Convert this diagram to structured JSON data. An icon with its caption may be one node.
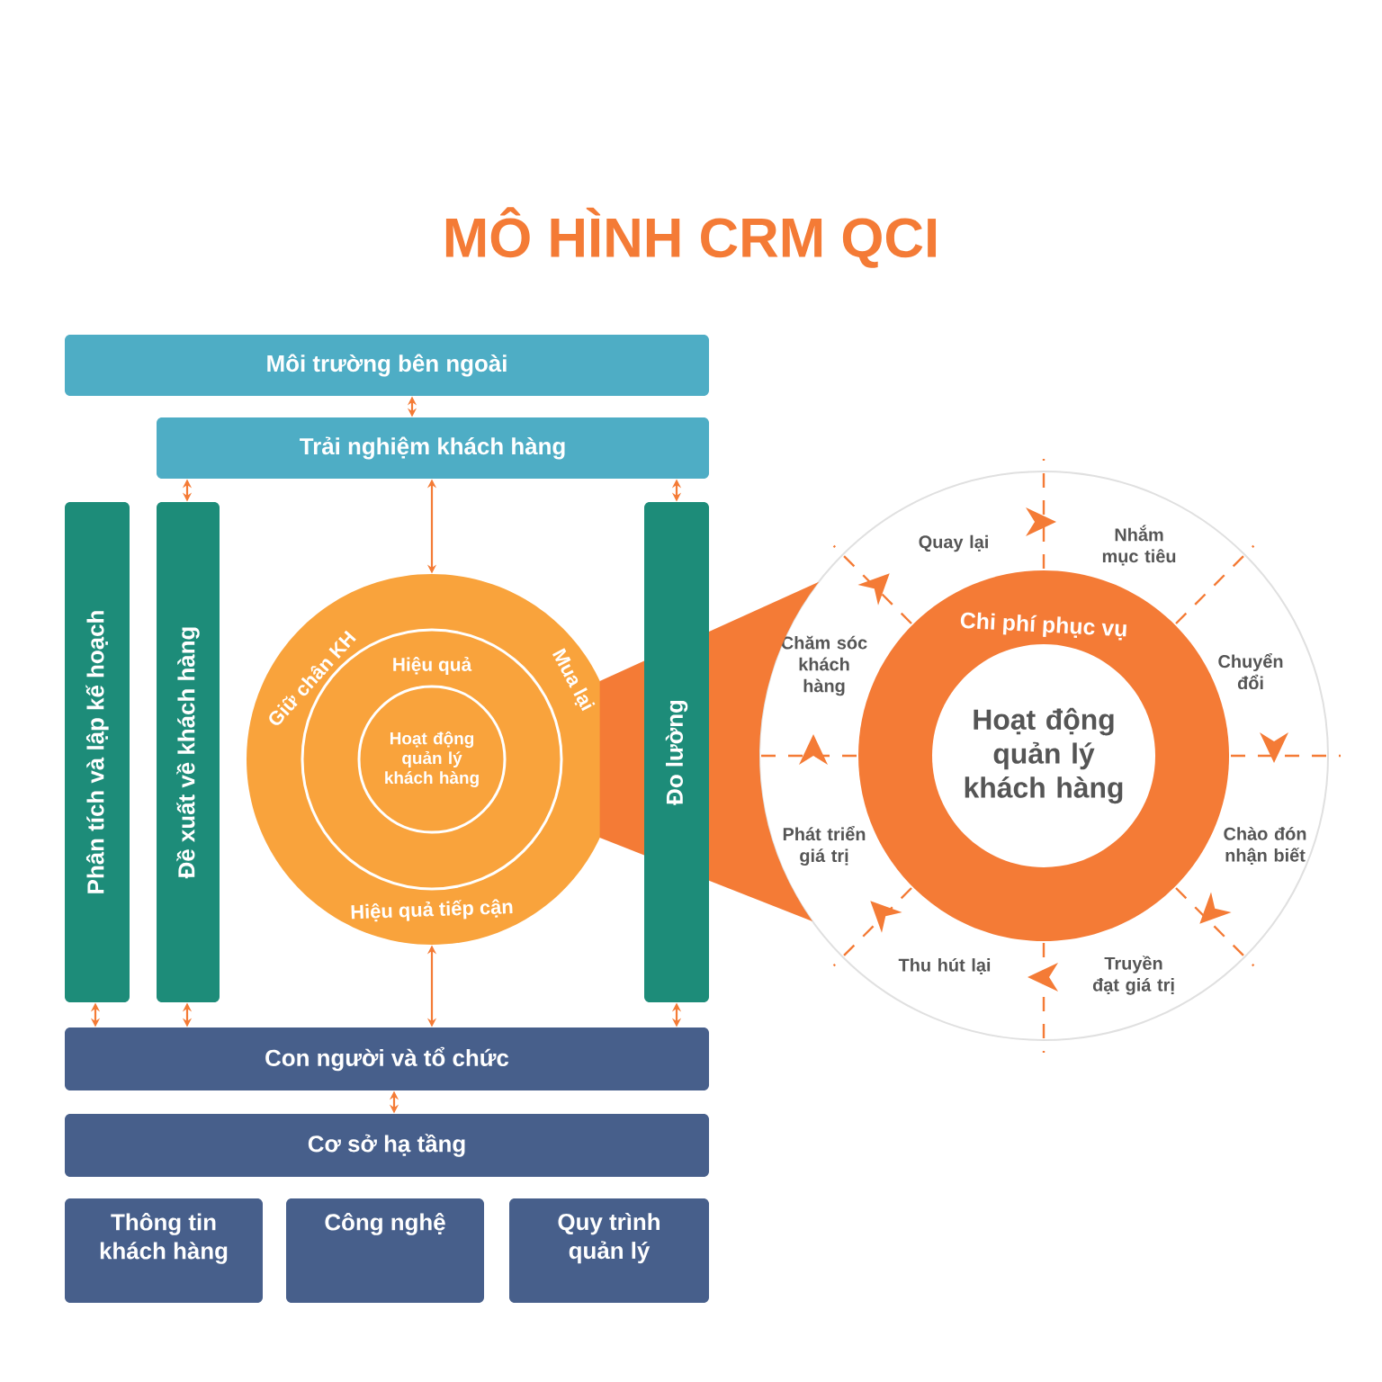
{
  "diagram": {
    "title": "MÔ HÌNH CRM QCI",
    "nodes": [
      {
        "text": [
          "Môi trường bên ngoài"
        ]
      },
      {
        "text": [
          "Trải nghiệm khách hàng"
        ]
      },
      {
        "text": [
          "Phân tích và lập kế hoạch"
        ]
      },
      {
        "text": [
          "Đề xuất về khách hàng"
        ]
      },
      {
        "text": [
          "Đo lường"
        ]
      },
      {
        "text": [
          "Giữ chân KH",
          "Mua lại",
          "Hiệu quả tiếp cận"
        ]
      },
      {
        "text": [
          "Hiệu quả"
        ],
        "in": 5
      },
      {
        "text": [
          "Hoạt động quản lý khách hàng"
        ],
        "in": 6
      },
      {
        "text": [
          "Con người và tổ chức"
        ]
      },
      {
        "text": [
          "Cơ sở hạ tầng"
        ]
      },
      {
        "text": [
          "Thông tin khách hàng"
        ]
      },
      {
        "text": [
          "Công nghệ"
        ]
      },
      {
        "text": [
          "Quy trình quản lý"
        ]
      },
      {
        "text": [
          "Quay lại",
          "Nhắm mục tiêu",
          "Chăm sóc khách hàng",
          "Chuyển đổi",
          "Phát triển giá trị",
          "Chào đón nhận biết",
          "Thu hút lại",
          "Truyền đạt giá trị"
        ]
      },
      {
        "text": [
          "Chi phí phục vụ"
        ],
        "in": 13
      },
      {
        "text": [
          "Hoạt động quản lý khách hàng"
        ],
        "in": 14
      }
    ],
    "edges": [
      {
        "from": 0,
        "to": 1,
        "arrow": "both"
      },
      {
        "from": 1,
        "to": 3,
        "arrow": "both"
      },
      {
        "from": 1,
        "to": 4,
        "arrow": "both"
      },
      {
        "from": 1,
        "to": 5,
        "arrow": "both"
      },
      {
        "from": 2,
        "to": 8,
        "arrow": "both"
      },
      {
        "from": 3,
        "to": 8,
        "arrow": "both"
      },
      {
        "from": 4,
        "to": 8,
        "arrow": "both"
      },
      {
        "from": 5,
        "to": 8,
        "arrow": "both"
      },
      {
        "from": 8,
        "to": 9,
        "arrow": "both"
      },
      {
        "from": 5,
        "to": 13,
        "arrow": "none"
      }
    ]
  }
}
